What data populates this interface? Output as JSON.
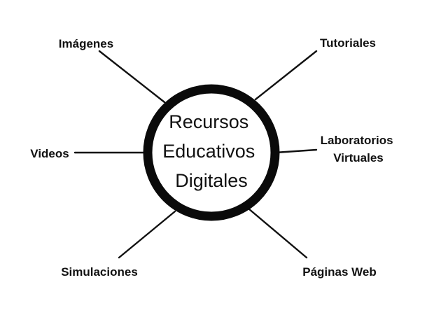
{
  "center": {
    "lines": [
      "Recursos",
      "Educativos",
      "Digitales"
    ]
  },
  "nodes": [
    {
      "id": "imagenes",
      "lines": [
        "Imágenes"
      ]
    },
    {
      "id": "tutoriales",
      "lines": [
        "Tutoriales"
      ]
    },
    {
      "id": "videos",
      "lines": [
        "Videos"
      ]
    },
    {
      "id": "laboratorios-virtuales",
      "lines": [
        "Laboratorios",
        "Virtuales"
      ]
    },
    {
      "id": "simulaciones",
      "lines": [
        "Simulaciones"
      ]
    },
    {
      "id": "paginas-web",
      "lines": [
        "Páginas Web"
      ]
    }
  ],
  "colors": {
    "line": "#111111",
    "ring": "#0a0a0a",
    "text": "#111111",
    "background": "#ffffff"
  }
}
